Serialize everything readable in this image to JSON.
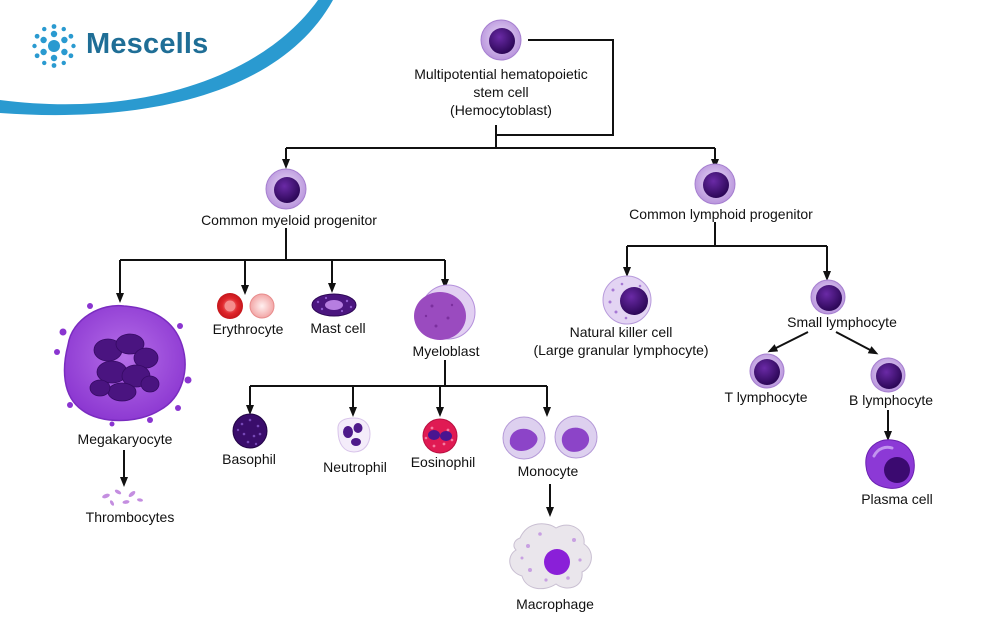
{
  "brand": {
    "name": "Mescells",
    "accent": "#2a9ad0",
    "text_color": "#1f6e96"
  },
  "colors": {
    "arrow": "#111111",
    "cell_purple": "#3d0d6e",
    "cell_halo": "#c9a8e8",
    "red": "#e0262b"
  },
  "nodes": {
    "stem_cell": {
      "lines": [
        "Multipotential hematopoietic",
        "stem cell",
        "(Hemocytoblast)"
      ]
    },
    "myeloid": {
      "label": "Common myeloid progenitor"
    },
    "lymphoid": {
      "label": "Common lymphoid progenitor"
    },
    "megakaryocyte": {
      "label": "Megakaryocyte"
    },
    "thrombocytes": {
      "label": "Thrombocytes"
    },
    "erythrocyte": {
      "label": "Erythrocyte"
    },
    "mast_cell": {
      "label": "Mast cell"
    },
    "myeloblast": {
      "label": "Myeloblast"
    },
    "basophil": {
      "label": "Basophil"
    },
    "neutrophil": {
      "label": "Neutrophil"
    },
    "eosinophil": {
      "label": "Eosinophil"
    },
    "monocyte": {
      "label": "Monocyte"
    },
    "macrophage": {
      "label": "Macrophage"
    },
    "nk_cell": {
      "lines": [
        "Natural killer cell",
        "(Large granular lymphocyte)"
      ]
    },
    "small_lymphocyte": {
      "label": "Small lymphocyte"
    },
    "t_lymphocyte": {
      "label": "T lymphocyte"
    },
    "b_lymphocyte": {
      "label": "B lymphocyte"
    },
    "plasma_cell": {
      "label": "Plasma cell"
    }
  }
}
